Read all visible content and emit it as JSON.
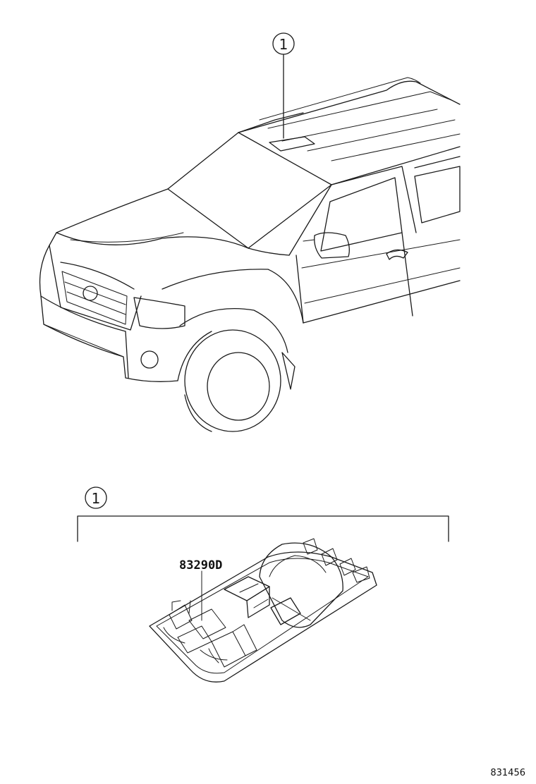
{
  "callouts": {
    "top": {
      "number": "1"
    },
    "detail": {
      "number": "1"
    }
  },
  "part": {
    "number": "83290D"
  },
  "diagram_id": "831456",
  "colors": {
    "line": "#1a1a1a",
    "background": "#ffffff"
  }
}
